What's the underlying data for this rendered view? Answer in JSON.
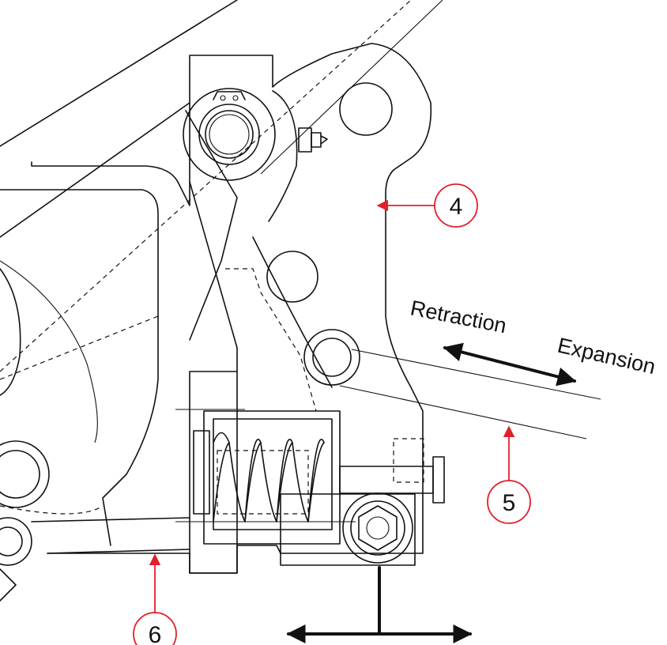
{
  "labels": {
    "retraction": "Retraction",
    "expansion": "Expansion"
  },
  "callouts": [
    {
      "id": "4",
      "text": "4"
    },
    {
      "id": "5",
      "text": "5"
    },
    {
      "id": "6",
      "text": "6"
    }
  ],
  "colors": {
    "callout": "#e0202a",
    "line": "#111111"
  }
}
